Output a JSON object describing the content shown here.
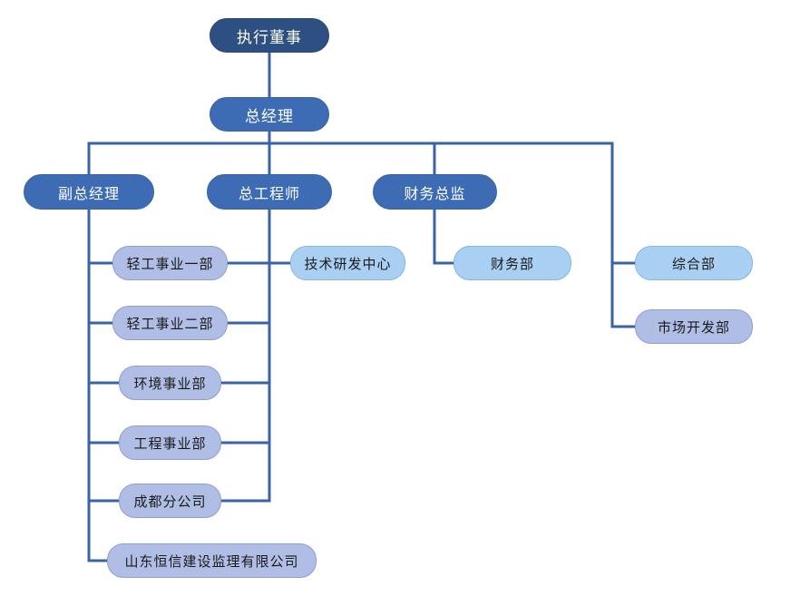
{
  "diagram": {
    "type": "org-chart",
    "title": "",
    "colors": {
      "executive": "#2e4f81",
      "manager": "#3d6cb5",
      "lead": "#3d6cb5",
      "department_periwinkle": "#b0bde5",
      "department_sky": "#a9cff2",
      "connector": "#3a63a6",
      "background": "#ffffff"
    },
    "nodes": {
      "executive_director": {
        "label": "执行董事",
        "level": 0
      },
      "general_manager": {
        "label": "总经理",
        "level": 1
      },
      "deputy_general_manager": {
        "label": "副总经理",
        "level": 2
      },
      "chief_engineer": {
        "label": "总工程师",
        "level": 2
      },
      "finance_director": {
        "label": "财务总监",
        "level": 2
      },
      "light_industry_div_1": {
        "label": "轻工事业一部",
        "level": 3
      },
      "light_industry_div_2": {
        "label": "轻工事业二部",
        "level": 3
      },
      "environment_div": {
        "label": "环境事业部",
        "level": 3
      },
      "engineering_div": {
        "label": "工程事业部",
        "level": 3
      },
      "chengdu_branch": {
        "label": "成都分公司",
        "level": 3
      },
      "shandong_hengxin": {
        "label": "山东恒信建设监理有限公司",
        "level": 3
      },
      "tech_rd_center": {
        "label": "技术研发中心",
        "level": 3
      },
      "finance_dept": {
        "label": "财务部",
        "level": 3
      },
      "general_affairs_dept": {
        "label": "综合部",
        "level": 3
      },
      "market_development_dept": {
        "label": "市场开发部",
        "level": 3
      }
    }
  }
}
